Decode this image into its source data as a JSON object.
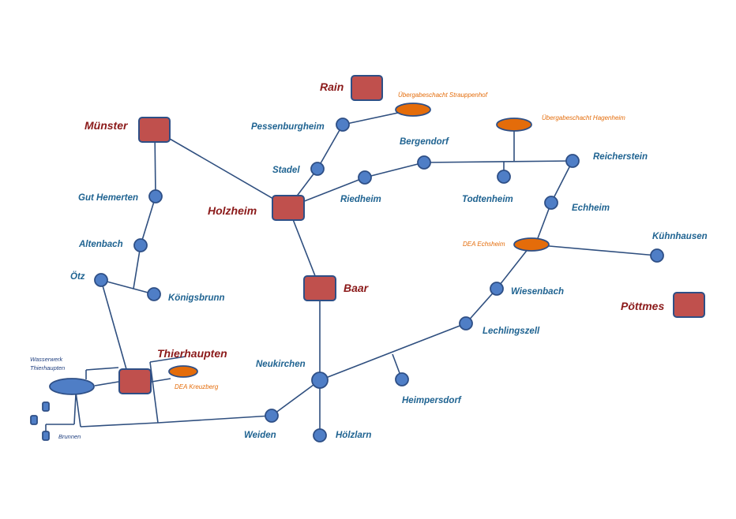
{
  "labels": {
    "rain": "Rain",
    "muenster": "Münster",
    "holzheim": "Holzheim",
    "baar": "Baar",
    "thierhaupten": "Thierhaupten",
    "poettmes": "Pöttmes",
    "pessenburgheim": "Pessenburgheim",
    "stadel": "Stadel",
    "riedheim": "Riedheim",
    "bergendorf": "Bergendorf",
    "todtenheim": "Todtenheim",
    "reicherstein": "Reicherstein",
    "echheim": "Echheim",
    "kuehnhausen": "Kühnhausen",
    "gut_hemerten": "Gut Hemerten",
    "altenbach": "Altenbach",
    "oetz": "Ötz",
    "koenigsbrunn": "Königsbrunn",
    "wiesenbach": "Wiesenbach",
    "lechlingszell": "Lechlingszell",
    "neukirchen": "Neukirchen",
    "heimpersdorf": "Heimpersdorf",
    "weiden": "Weiden",
    "hoelzlarn": "Hölzlarn",
    "uebergabe_strauppenhof": "Übergabeschacht Strauppenhof",
    "uebergabe_hagenheim": "Übergabeschacht Hagenheim",
    "dea_echsheim": "DEA Echsheim",
    "dea_kreuzberg": "DEA Kreuzberg",
    "wasserwerk_line1": "Wasserwerk",
    "wasserwerk_line2": "Thierhaupten",
    "brunnen": "Brunnen"
  },
  "colors": {
    "primary_station": "#c0504d",
    "junction": "#4f7ec6",
    "transfer": "#e46c0a",
    "line": "#2f4f7f",
    "primary_label": "#8b1a1a",
    "label": "#1f6391"
  }
}
